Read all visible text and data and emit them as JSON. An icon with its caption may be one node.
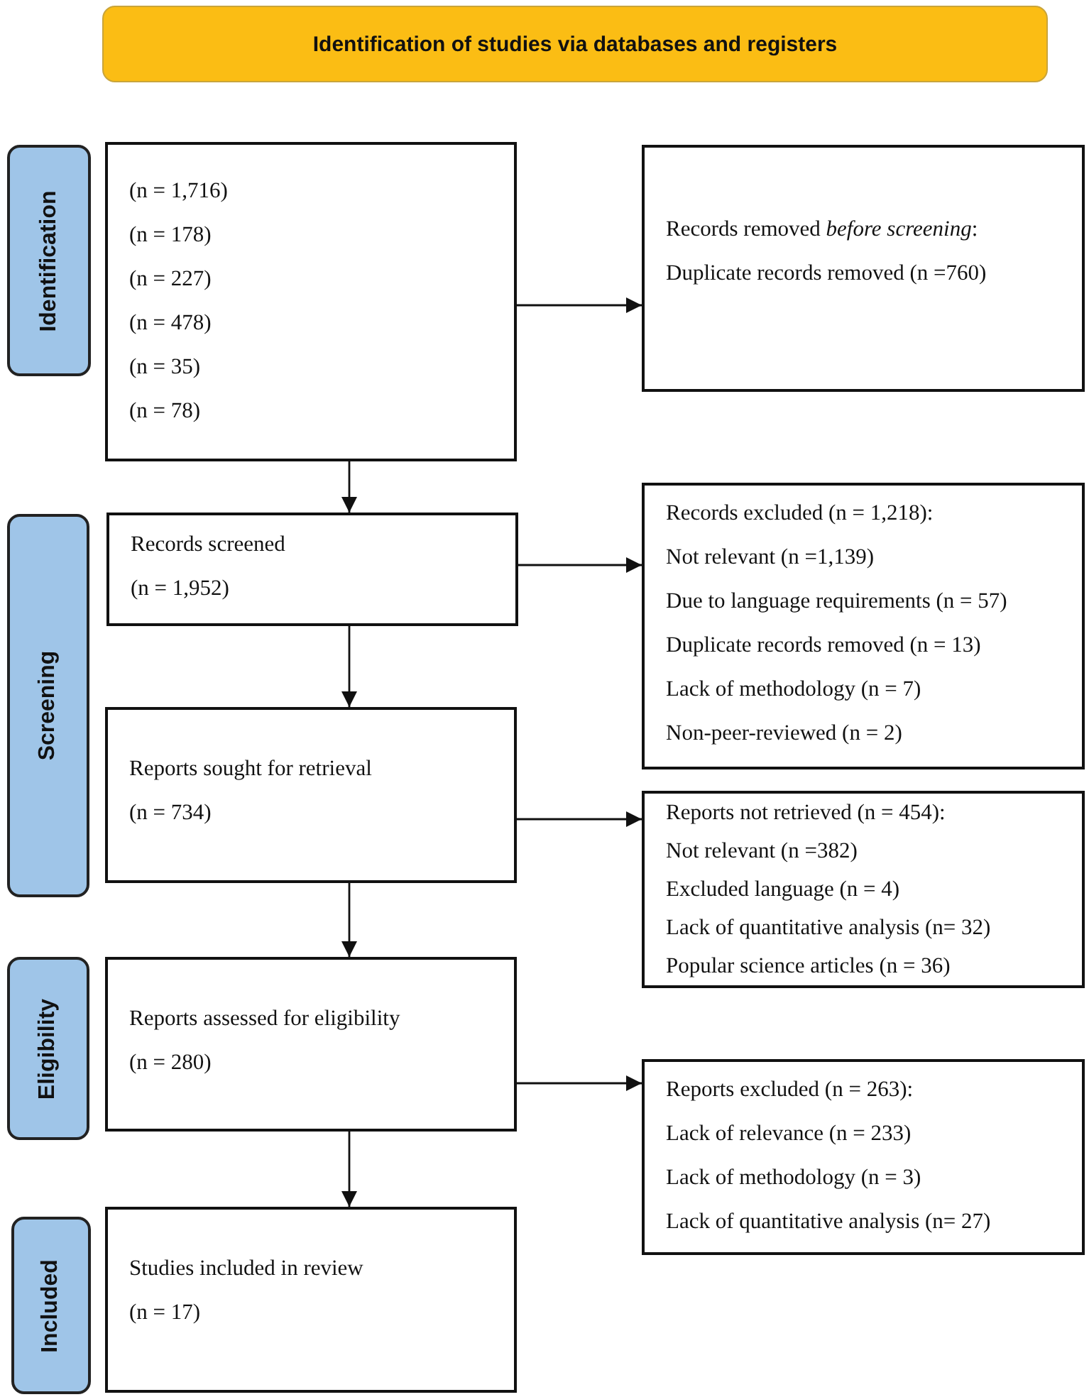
{
  "diagram": {
    "nodes": [
      {
        "text": [
          "Identification of studies via databases and registers"
        ]
      },
      {
        "text": [
          "Identification"
        ]
      },
      {
        "text": [
          "Screening"
        ]
      },
      {
        "text": [
          "Eligibility"
        ]
      },
      {
        "text": [
          "Included"
        ]
      },
      {
        "text": [
          "(n = 1,716)",
          "(n = 178)",
          "(n = 227)",
          "(n = 478)",
          "(n = 35)",
          "(n = 78)"
        ]
      },
      {
        "text": [
          "Records removed *before screening*:",
          "Duplicate records removed (n =760)"
        ]
      },
      {
        "text": [
          "Records screened",
          "(n = 1,952)"
        ]
      },
      {
        "text": [
          "Records excluded (n = 1,218):",
          "Not relevant (n =1,139)",
          "Due to language requirements (n = 57)",
          "Duplicate records removed (n  = 13)",
          "Lack of methodology (n = 7)",
          "Non-peer-reviewed (n = 2)"
        ]
      },
      {
        "text": [
          "Reports sought for retrieval",
          "(n = 734)"
        ]
      },
      {
        "text": [
          "Reports not retrieved (n = 454):",
          "Not relevant (n =382)",
          "Excluded language (n = 4)",
          "Lack of quantitative analysis (n= 32)",
          "Popular science articles (n = 36)"
        ]
      },
      {
        "text": [
          "Reports assessed for eligibility",
          "(n = 280)"
        ]
      },
      {
        "text": [
          "Reports excluded (n = 263):",
          "Lack of relevance (n = 233)",
          "Lack of methodology (n = 3)",
          "Lack of quantitative analysis (n= 27)"
        ]
      },
      {
        "text": [
          "Studies included in review",
          "(n = 17)"
        ]
      }
    ],
    "edges": [
      {
        "from": 5,
        "to": 6,
        "arrow": "to"
      },
      {
        "from": 5,
        "to": 7,
        "arrow": "to"
      },
      {
        "from": 7,
        "to": 8,
        "arrow": "to"
      },
      {
        "from": 7,
        "to": 9,
        "arrow": "to"
      },
      {
        "from": 9,
        "to": 10,
        "arrow": "to"
      },
      {
        "from": 9,
        "to": 11,
        "arrow": "to"
      },
      {
        "from": 11,
        "to": 12,
        "arrow": "to"
      },
      {
        "from": 11,
        "to": 13,
        "arrow": "to"
      }
    ]
  }
}
